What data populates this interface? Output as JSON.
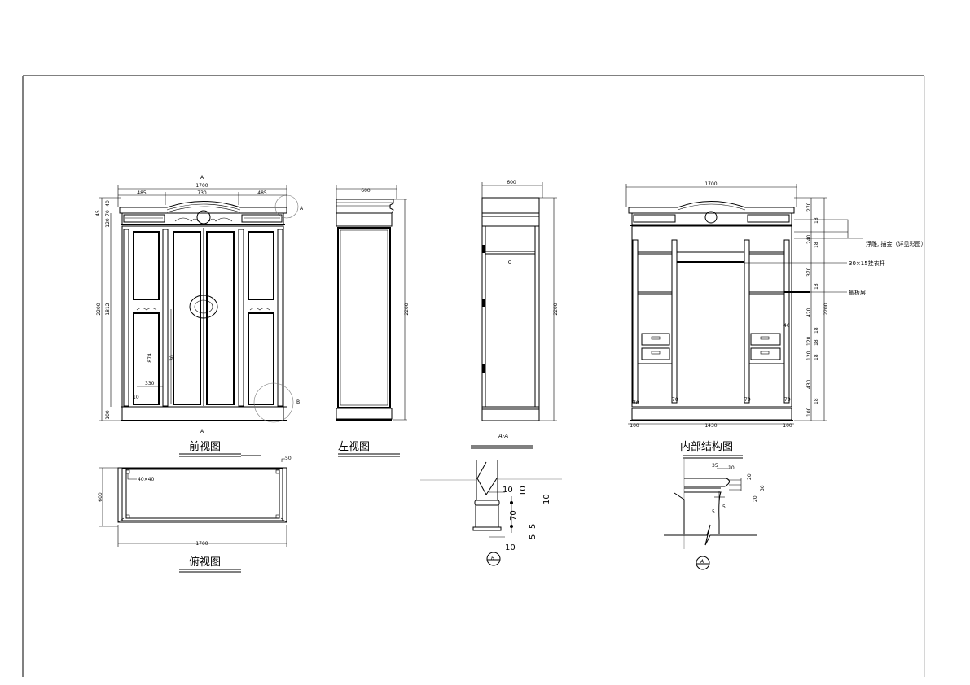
{
  "titles": {
    "front": "前视图",
    "left": "左视图",
    "section": "A-A",
    "internal": "内部结构图",
    "top": "俯视图"
  },
  "section_markers": {
    "a": "A",
    "b": "B"
  },
  "front_view": {
    "width_total": "1700",
    "side_width_left": "485",
    "center_width": "730",
    "side_width_right": "485",
    "height_total": "2200",
    "body_height": "1812",
    "top_dims": [
      "40",
      "70",
      "120"
    ],
    "cornice_total": "45",
    "plinth": "100",
    "panel_height": "874",
    "panel_width": "330",
    "handle": "30",
    "edge": "10"
  },
  "left_view": {
    "depth": "600",
    "height": "2200"
  },
  "section_view": {
    "depth": "600",
    "height": "2200"
  },
  "internal_view": {
    "width_total": "1700",
    "bottom_dims": [
      "100",
      "1430",
      "100"
    ],
    "height_total": "2200",
    "right_dims": [
      "270",
      "18",
      "240",
      "18",
      "370",
      "18",
      "420",
      "18",
      "120",
      "18",
      "120",
      "18",
      "430",
      "18",
      "100"
    ],
    "post_labels": [
      "70",
      "70",
      "70",
      "70",
      "40"
    ],
    "notes": [
      "浮雕, 描金（详见彩图）",
      "30×15挂衣杆",
      "搁板层"
    ]
  },
  "top_view": {
    "width": "1700",
    "depth": "600",
    "post": "40×40",
    "offset": "50"
  },
  "detail_b": {
    "dims": [
      "10",
      "10",
      "10",
      "70",
      "5",
      "5",
      "10"
    ]
  },
  "detail_a": {
    "dims": [
      "35",
      "10",
      "20",
      "30",
      "20",
      "5",
      "5"
    ]
  }
}
